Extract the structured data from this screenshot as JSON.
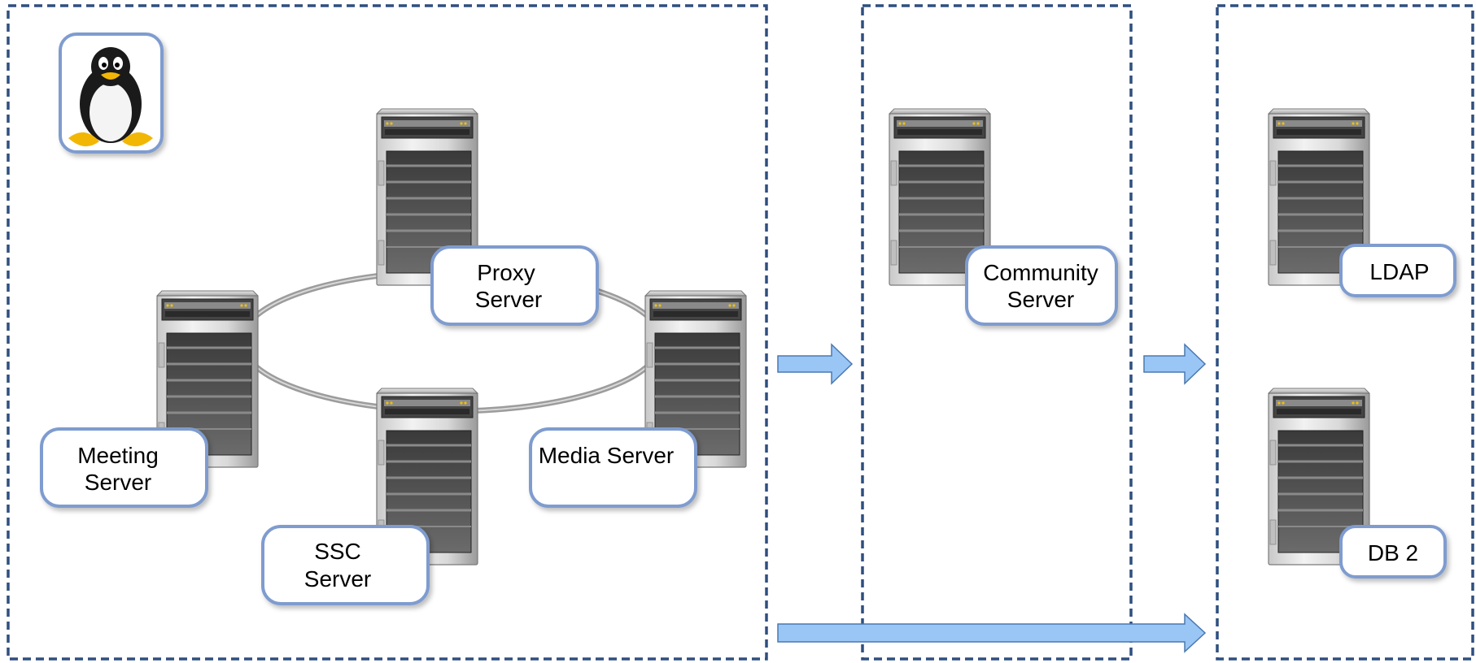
{
  "zones": [
    {
      "name": "linux-cluster"
    },
    {
      "name": "community-tier"
    },
    {
      "name": "backend-tier"
    }
  ],
  "servers": {
    "proxy": {
      "line1": "Proxy",
      "line2": "Server"
    },
    "meeting": {
      "line1": "Meeting",
      "line2": "Server"
    },
    "media": {
      "line1": "Media Server"
    },
    "ssc": {
      "line1": "SSC",
      "line2": "Server"
    },
    "community": {
      "line1": "Community",
      "line2": "Server"
    },
    "ldap": {
      "line1": "LDAP"
    },
    "db2": {
      "line1": "DB 2"
    }
  },
  "icons": {
    "os": "tux-penguin-icon",
    "server": "server-tower-icon",
    "arrow": "block-right-arrow"
  },
  "colors": {
    "panel_border": "#2f4f7f",
    "label_border": "#7f9ccf",
    "arrow_fill": "#99c6f5"
  }
}
